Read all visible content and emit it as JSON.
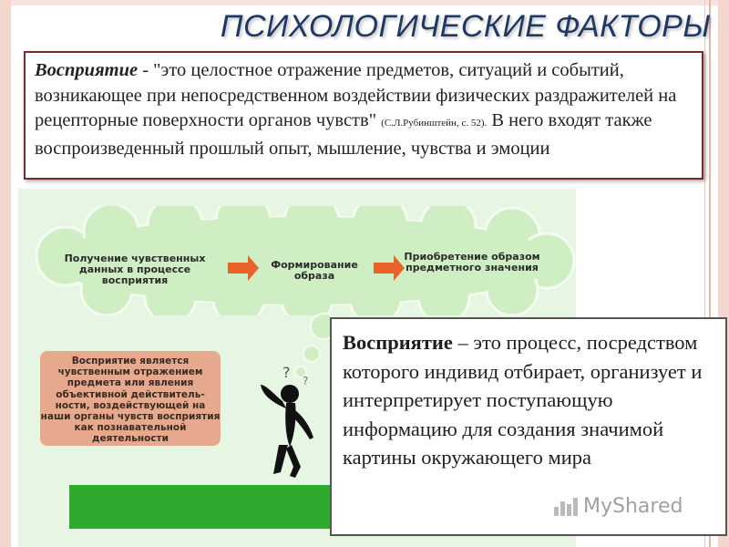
{
  "slide": {
    "title": "ПСИХОЛОГИЧЕСКИЕ ФАКТОРЫ"
  },
  "definition": {
    "term": "Восприятие",
    "text_1": " - \"это целостное отражение предметов, ситуаций и событий, возникающее при непосредственном воздействии физических раздражителей на рецепторные поверхности органов чувств\" ",
    "citation": "(С.Л.Рубинштейн, с. 52).",
    "text_2": " В него входят также воспроизведенный прошлый опыт, мышление, чувства и эмоции"
  },
  "process_cloud": {
    "step_1": "Получение чувственных данных в процессе восприятия",
    "step_2": "Формирование образа",
    "step_3": "Приобретение образом предметного значения"
  },
  "orange_note": {
    "text": "Восприятие является чувственным отражением предмета или явления объективной действитель-ности, воздействующей на наши органы чувств восприятия как познавательной деятельности"
  },
  "process_definition": {
    "term": "Восприятие",
    "text": " – это процесс, посредством которого индивид отбирает, организует и интерпретирует поступающую информацию для создания значимой картины окружающего мира"
  },
  "watermark": {
    "text": "MyShared",
    "icon": "bar-chart-icon"
  },
  "colors": {
    "title": "#1f3864",
    "panel_background": "#e6f6e2",
    "cloud": "#cfeec4",
    "arrow": "#e8622a",
    "orange_box": "#e7a98e",
    "green_bar": "#2eaa2e",
    "frame": "#f3d7cf"
  }
}
